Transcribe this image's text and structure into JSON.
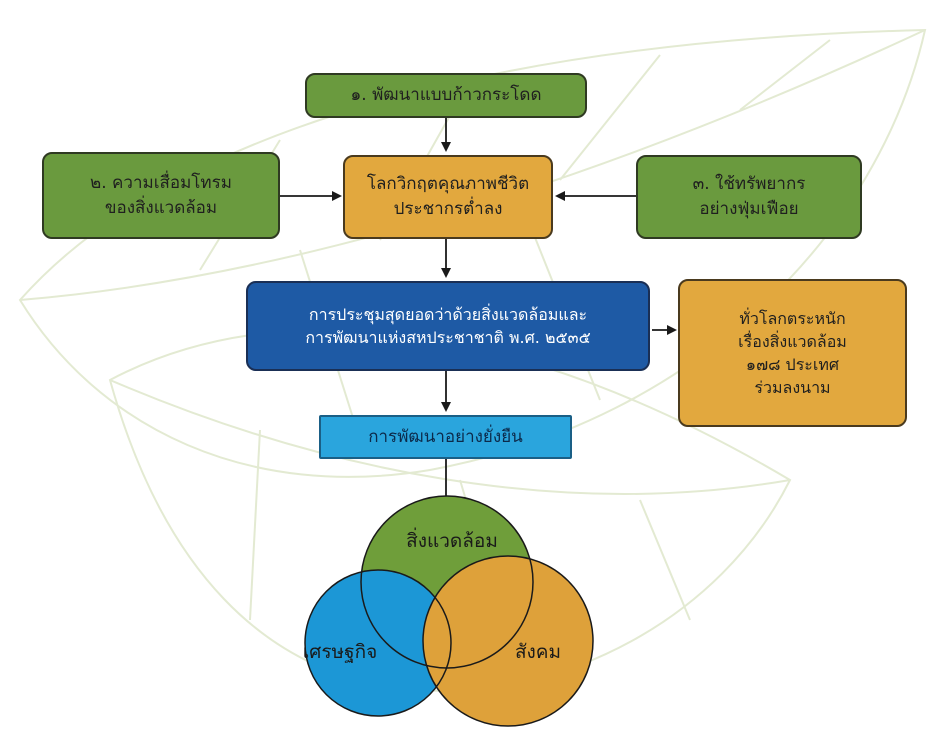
{
  "boxes": {
    "top": {
      "lines": [
        "๑. พัฒนาแบบก้าวกระโดด"
      ]
    },
    "left": {
      "lines": [
        "๒. ความเสื่อมโทรม",
        "ของสิ่งแวดล้อม"
      ]
    },
    "center": {
      "lines": [
        "โลกวิกฤตคุณภาพชีวิต",
        "ประชากรต่ำลง"
      ]
    },
    "right": {
      "lines": [
        "๓. ใช้ทรัพยากร",
        "อย่างฟุ่มเฟือย"
      ]
    },
    "summit": {
      "lines": [
        "การประชุมสุดยอดว่าด้วยสิ่งแวดล้อมและ",
        "การพัฒนาแห่งสหประชาชาติ พ.ศ. ๒๕๓๕"
      ]
    },
    "world": {
      "lines": [
        "ทั่วโลกตระหนัก",
        "เรื่องสิ่งแวดล้อม",
        "๑๗๘ ประเทศ",
        "ร่วมลงนาม"
      ]
    },
    "sustainable": {
      "lines": [
        "การพัฒนาอย่างยั่งยืน"
      ]
    }
  },
  "venn": {
    "environment": "สิ่งแวดล้อม",
    "economy": "เศรษฐกิจ",
    "society": "สังคม"
  },
  "colors": {
    "green": "#6a9a3e",
    "orange": "#e2a83e",
    "blue": "#1e5aa5",
    "lightblue": "#2aa5dd",
    "venn_green": "#6f9e3a",
    "venn_blue": "#1c97d6",
    "venn_orange": "#dea13a",
    "leaf": "#e3ead2"
  }
}
